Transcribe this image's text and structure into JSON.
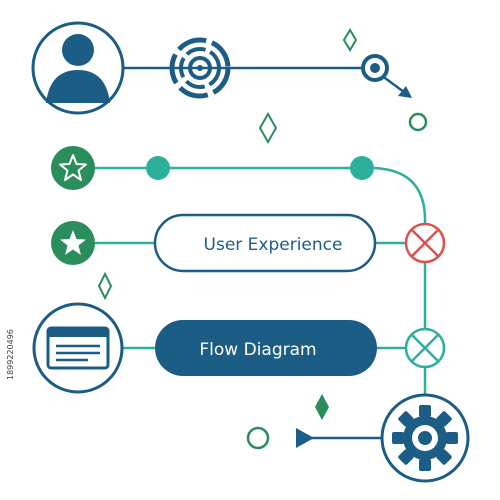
{
  "colors": {
    "navy": "#1c5d86",
    "teal": "#2bb09c",
    "green": "#2a8d5c",
    "red": "#d9534f",
    "white": "#ffffff"
  },
  "nodes": {
    "user": {
      "icon": "user-icon"
    },
    "target": {
      "icon": "target-icon"
    },
    "star_outline": {
      "icon": "star-outline-icon"
    },
    "star_filled": {
      "icon": "star-filled-icon"
    },
    "browser": {
      "icon": "browser-window-icon"
    },
    "gear": {
      "icon": "gear-icon"
    },
    "cancel": {
      "icon": "x-circle-icon"
    },
    "cross": {
      "icon": "x-circle-icon"
    }
  },
  "labels": {
    "user_experience": "User Experience",
    "flow_diagram": "Flow Diagram"
  },
  "watermark": {
    "stock_code": "1899220496"
  }
}
